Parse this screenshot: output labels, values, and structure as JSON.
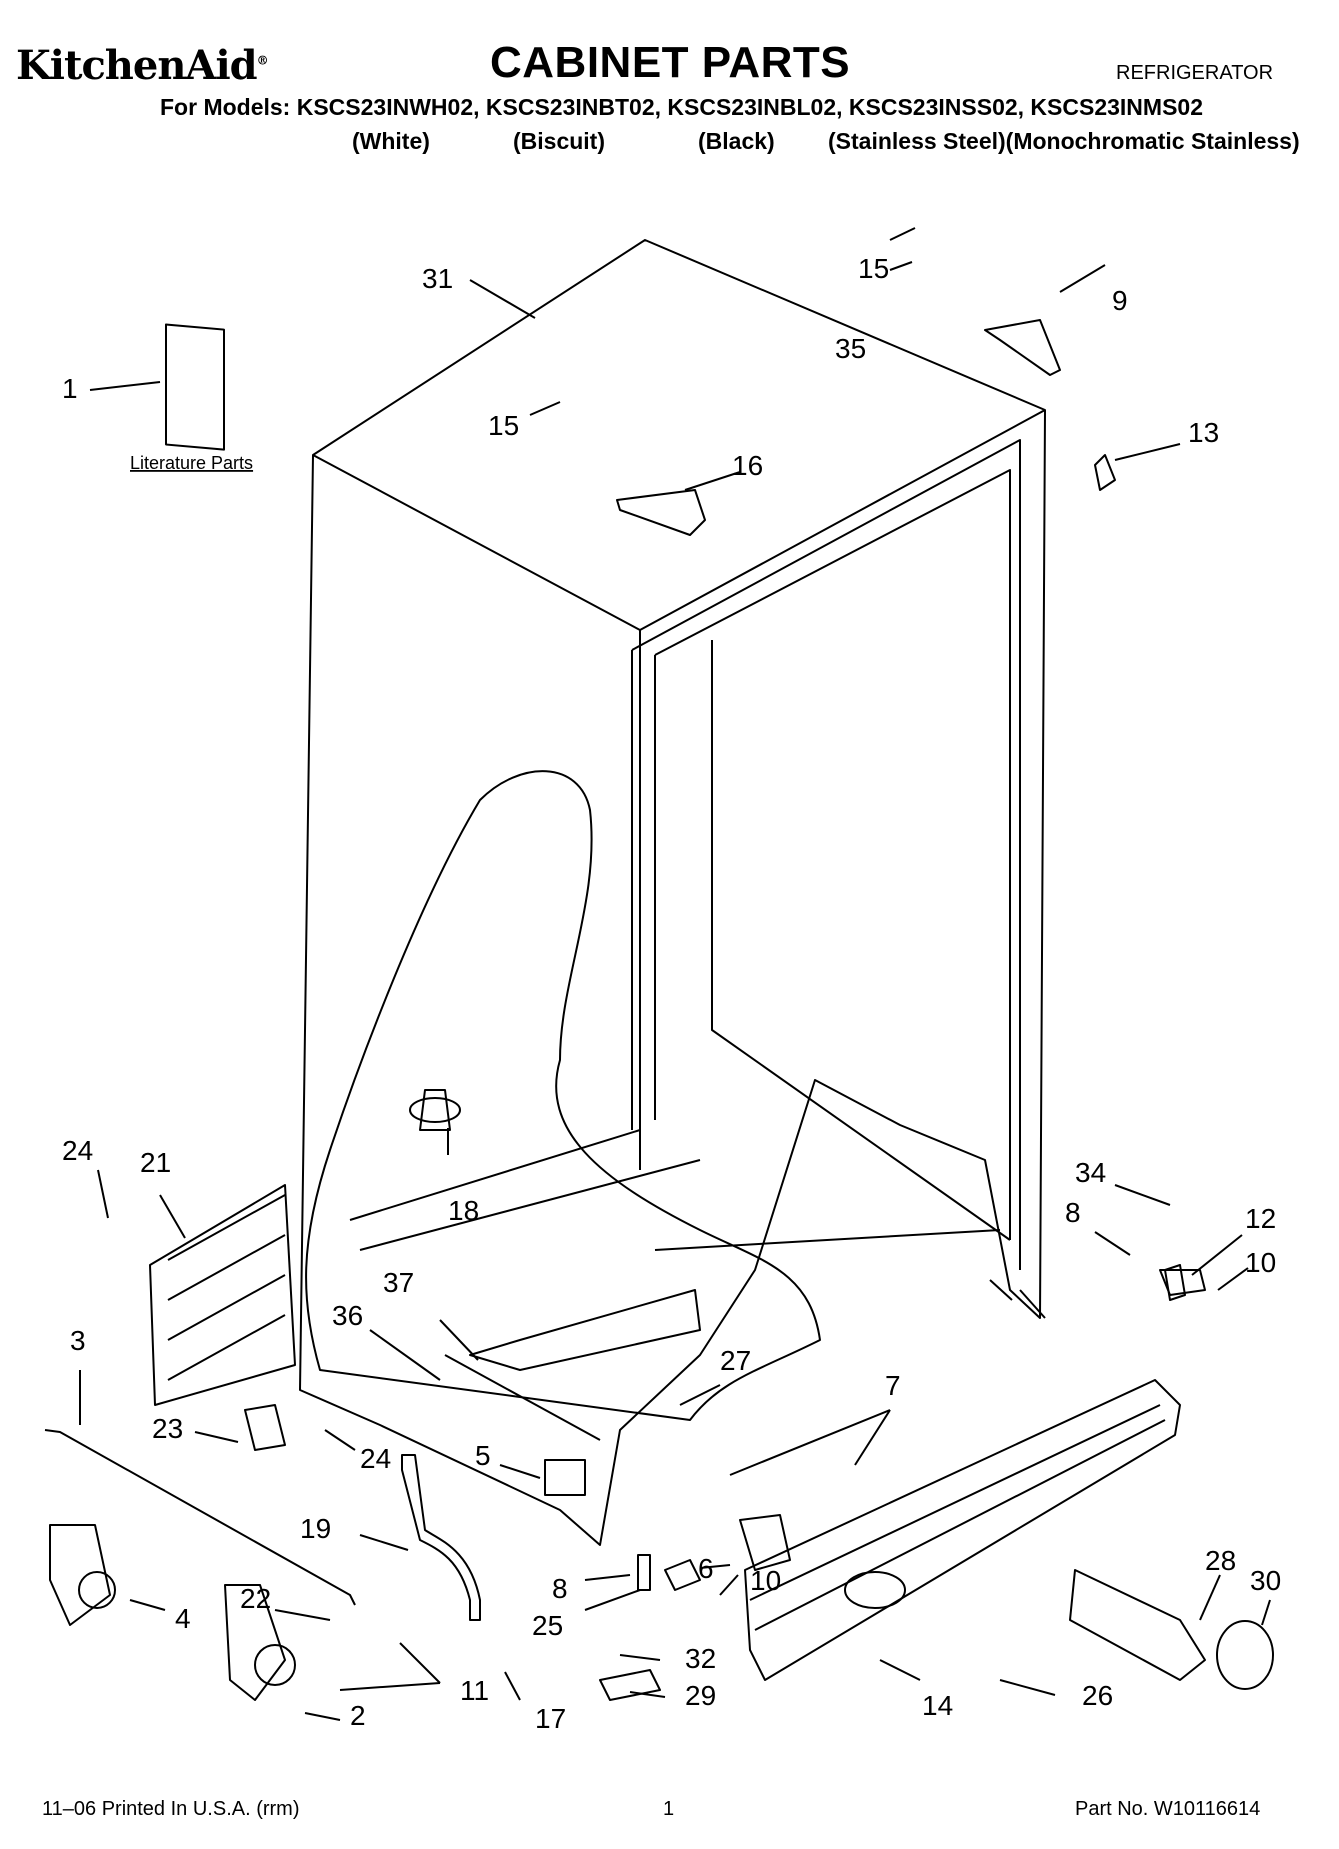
{
  "header": {
    "brand": "KitchenAid",
    "brand_mark": "®",
    "title": "CABINET PARTS",
    "category": "REFRIGERATOR",
    "models_line": "For Models: KSCS23INWH02, KSCS23INBT02, KSCS23INBL02, KSCS23INSS02, KSCS23INMS02",
    "variants": [
      "(White)",
      "(Biscuit)",
      "(Black)",
      "(Stainless Steel)(Monochromatic Stainless)"
    ]
  },
  "diagram": {
    "literature_label": "Literature Parts",
    "callouts": [
      "1",
      "2",
      "3",
      "4",
      "5",
      "6",
      "7",
      "8",
      "8",
      "9",
      "10",
      "10",
      "11",
      "12",
      "13",
      "14",
      "15",
      "15",
      "16",
      "17",
      "18",
      "19",
      "21",
      "22",
      "23",
      "24",
      "24",
      "25",
      "26",
      "27",
      "28",
      "29",
      "30",
      "31",
      "32",
      "34",
      "35",
      "36",
      "37"
    ]
  },
  "footer": {
    "printed": "11–06 Printed In U.S.A. (rrm)",
    "page": "1",
    "part_no": "Part No. W10116614"
  }
}
